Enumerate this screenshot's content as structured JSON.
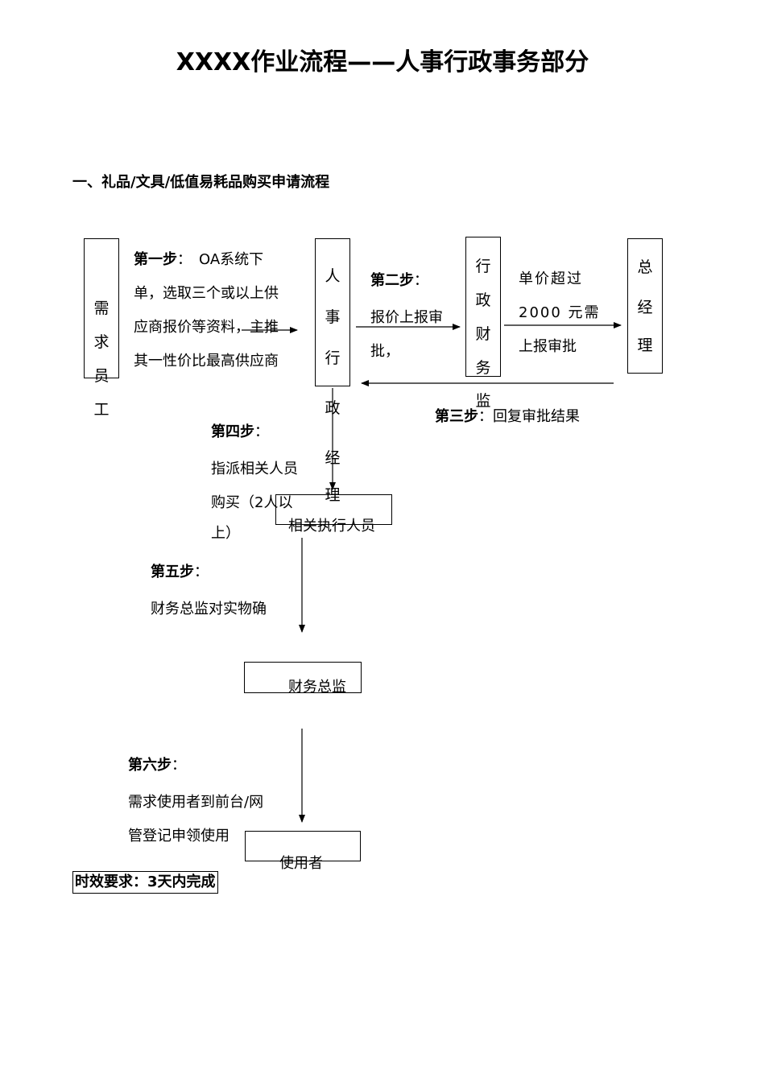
{
  "title": "XXXX作业流程——人事行政事务部分",
  "section_title": "一、礼品/文具/低值易耗品购买申请流程",
  "nodes": {
    "requester": [
      "需",
      "求",
      "员",
      "工"
    ],
    "hr_admin_manager": [
      "人",
      "事",
      "行",
      "政",
      "经",
      "理"
    ],
    "admin_finance_supervisor": [
      "行",
      "政",
      "财",
      "务",
      "监"
    ],
    "general_manager": [
      "总",
      "经",
      "理"
    ],
    "executor": "相关执行人员",
    "finance_check": "财务总监",
    "user": "使用者"
  },
  "steps": {
    "step1": {
      "label": "第一步",
      "lines": [
        "：　OA系统下",
        "单，选取三个或以上供",
        "应商报价等资料，主推",
        "其一性价比最高供应商"
      ]
    },
    "step2": {
      "label": "第二步",
      "lines": [
        "：",
        "报价上报审",
        "批，"
      ]
    },
    "step2b": {
      "lines": [
        "单价超过",
        "2000 元需",
        "上报审批"
      ]
    },
    "step3": {
      "label": "第三步",
      "text": "：回复审批结果"
    },
    "step4": {
      "label": "第四步",
      "lines": [
        "：",
        "指派相关人员",
        "购买（2人以",
        "上）"
      ]
    },
    "step5": {
      "label": "第五步",
      "lines": [
        "：",
        "财务总监对实物确"
      ]
    },
    "step6": {
      "label": "第六步",
      "lines": [
        "：",
        "需求使用者到前台/网",
        "管登记申领使用"
      ]
    }
  },
  "time_requirement": "时效要求：3天内完成"
}
